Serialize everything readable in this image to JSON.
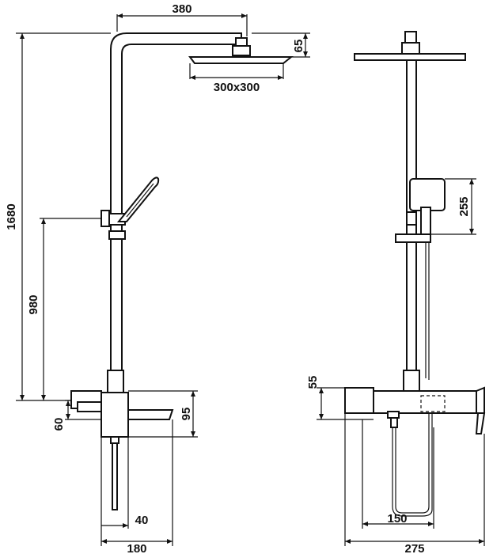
{
  "dimensions": {
    "arm_reach": "380",
    "head_height": "65",
    "head_size": "300x300",
    "total_height": "1680",
    "holder_height": "980",
    "outlet_offset": "60",
    "mixer_height": "95",
    "spout_offset": "40",
    "side_depth": "180",
    "handle_length": "255",
    "mixer_body_height": "55",
    "hose_offset": "150",
    "front_width": "275"
  }
}
